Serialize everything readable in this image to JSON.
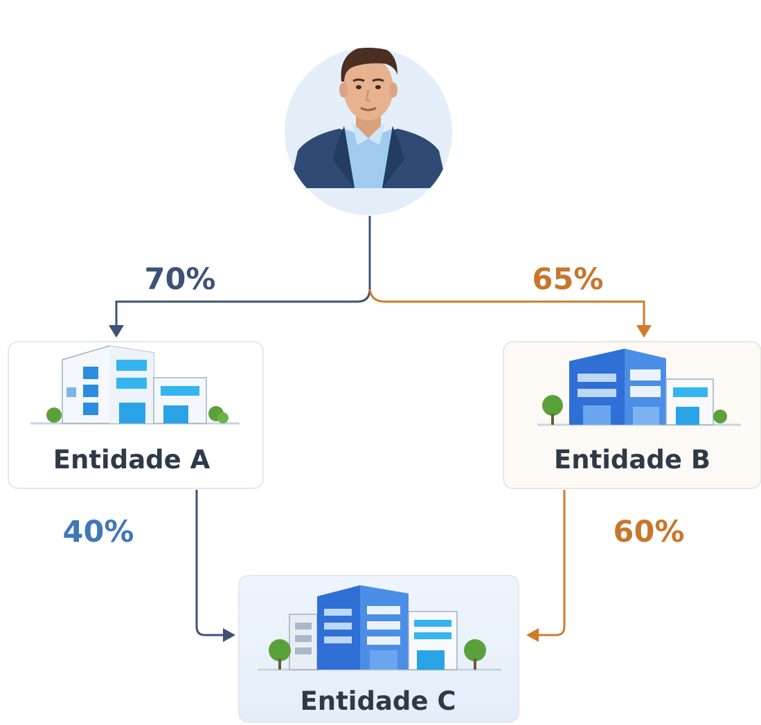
{
  "owner": {
    "icon": "person-avatar-icon"
  },
  "entities": {
    "a": {
      "label": "Entidade A",
      "icon": "office-building-icon"
    },
    "b": {
      "label": "Entidade B",
      "icon": "office-building-icon"
    },
    "c": {
      "label": "Entidade C",
      "icon": "office-building-icon"
    }
  },
  "edges": {
    "owner_to_a": {
      "label": "70%",
      "color": "#3d5276"
    },
    "owner_to_b": {
      "label": "65%",
      "color": "#c8762c"
    },
    "a_to_c": {
      "label": "40%",
      "color": "#3f78b8"
    },
    "b_to_c": {
      "label": "60%",
      "color": "#c8762c"
    }
  },
  "colors": {
    "text_dark": "#2f3a48",
    "line_navy": "#3d5276",
    "line_orange": "#d27a2a",
    "box_border": "#e3e7ee",
    "box_b_fill": "#fdfaf6",
    "box_c_fill": "#e9f1fb",
    "building_blue": "#2f6fd6",
    "building_light": "#6aa6ee",
    "tree_green": "#5aa13b"
  }
}
